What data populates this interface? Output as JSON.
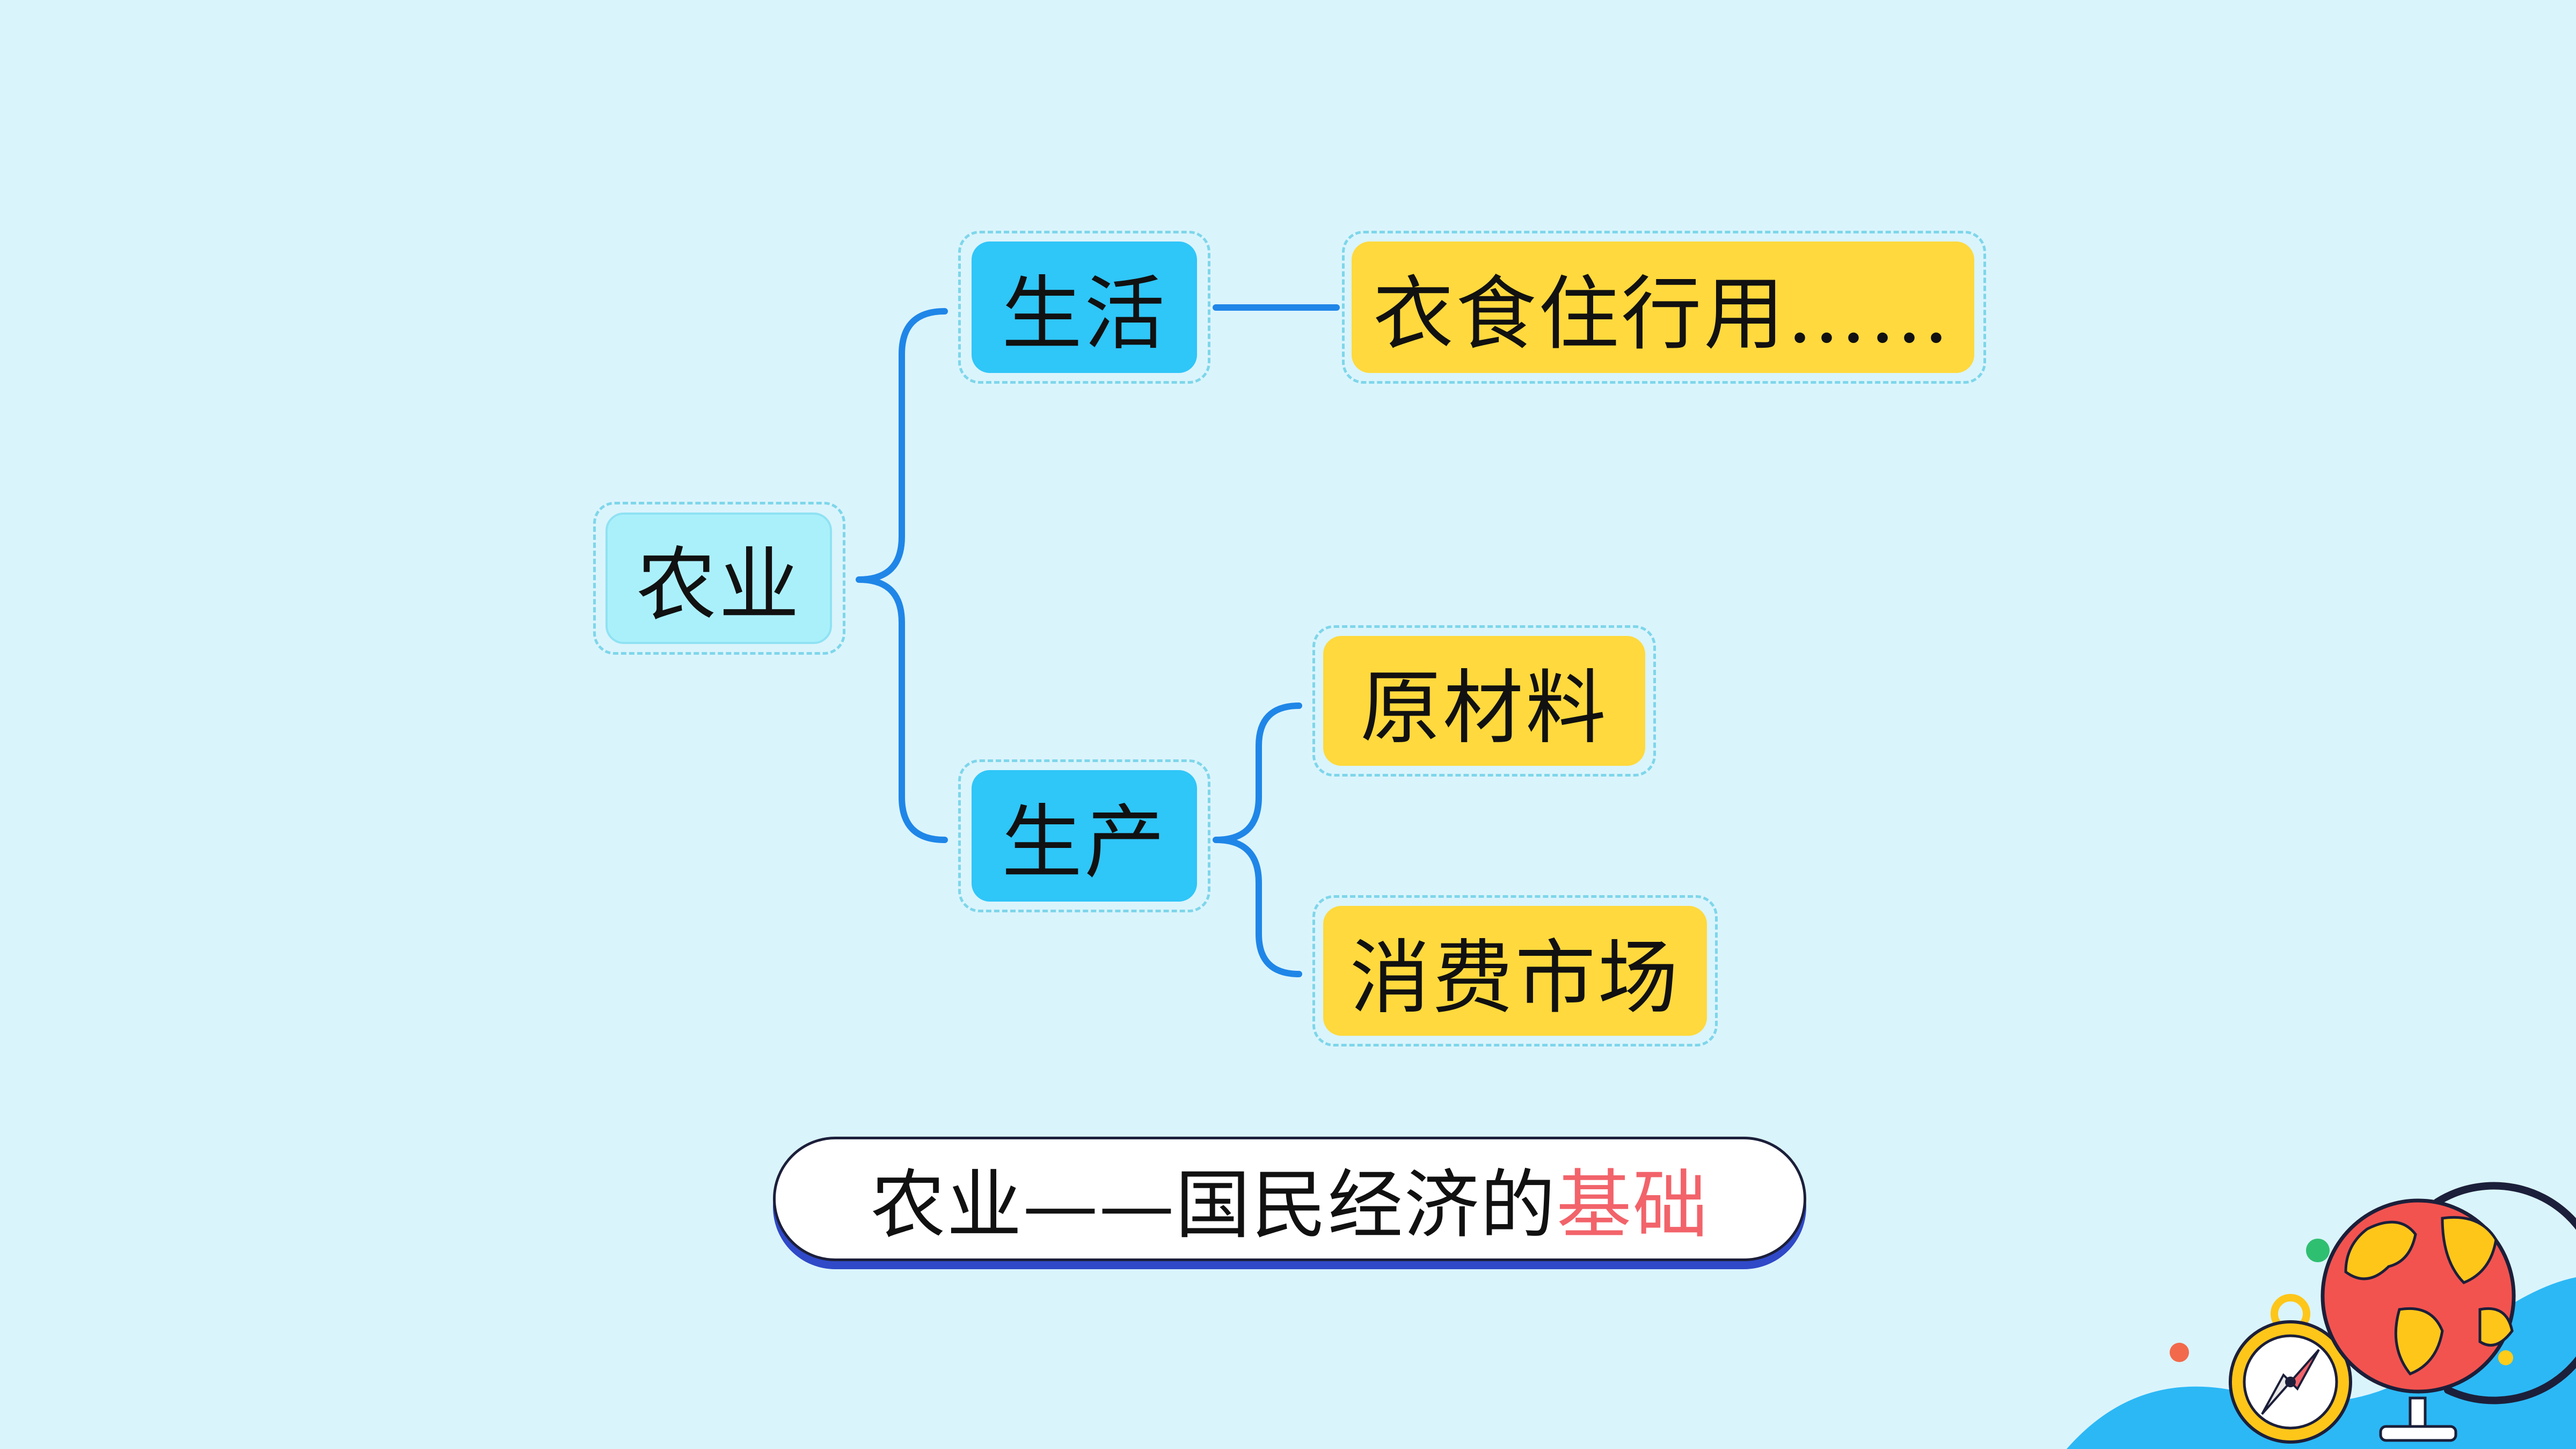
{
  "diagram": {
    "root": {
      "label": "农业"
    },
    "branches": [
      {
        "label": "生活",
        "children": [
          {
            "label": "衣食住行用……"
          }
        ]
      },
      {
        "label": "生产",
        "children": [
          {
            "label": "原材料"
          },
          {
            "label": "消费市场"
          }
        ]
      }
    ],
    "link_color": "#1f86e8",
    "node_colors": {
      "root": "#aaf0fb",
      "branch": "#2fc6f8",
      "leaf": "#ffd93d"
    }
  },
  "banner": {
    "text_main": "农业——国民经济的",
    "text_accent": "基础",
    "accent_color": "#f2636a"
  },
  "decoration": {
    "icons": [
      "compass-icon",
      "globe-icon"
    ]
  }
}
